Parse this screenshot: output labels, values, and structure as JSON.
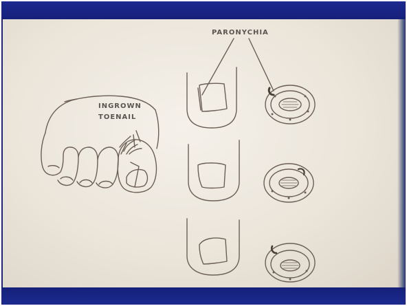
{
  "labels": {
    "ingrown_line1": "INGROWN",
    "ingrown_line2": "TOENAIL",
    "paronychia": "PARONYCHIA"
  },
  "colors": {
    "frame_blue": "#1a237e",
    "paper": "#efeae1",
    "ink": "#6b5f55"
  }
}
